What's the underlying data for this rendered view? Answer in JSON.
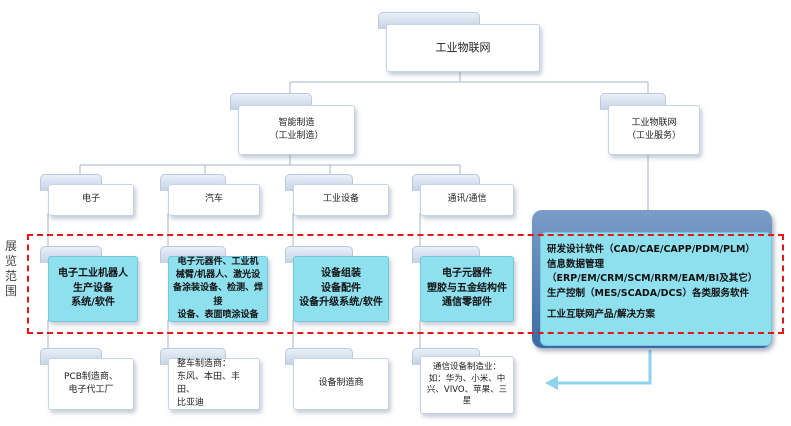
{
  "root": {
    "label": "工业物联网"
  },
  "smart_manufacturing": {
    "label": "智能制造\n（工业制造）"
  },
  "industrial_service": {
    "label": "工业物联网\n（工业服务）"
  },
  "categories": [
    {
      "label": "电子",
      "range": "电子工业机器人\n生产设备\n系统/软件",
      "supplier": "PCB制造商、\n电子代工厂"
    },
    {
      "label": "汽车",
      "range": "电子元器件、工业机\n械臂/机器人、激光设\n备涂装设备、检测、焊接\n设备、表面喷涂设备",
      "supplier": "整车制造商：\n东风、本田、丰田、\n比亚迪"
    },
    {
      "label": "工业设备",
      "range": "设备组装\n设备配件\n设备升级系统/软件",
      "supplier": "设备制造商"
    },
    {
      "label": "通讯/通信",
      "range": "电子元器件\n塑胶与五金结构件\n通信零部件",
      "supplier": "通信设备制造业：\n如：华为、小米、中\n兴、VIVO、苹果、三\n星"
    }
  ],
  "services": {
    "lines": [
      "研发设计软件（CAD/CAE/CAPP/PDM/PLM）",
      "信息数据管理",
      "（ERP/EM/CRM/SCM/RRM/EAM/BI及其它）",
      "生产控制（MES/SCADA/DCS）各类服务软件",
      "",
      "工业互联网产品/解决方案"
    ]
  },
  "exhibition_scope": {
    "label": "展览范围"
  },
  "colors": {
    "dashed_frame": "#e01818",
    "cyan_fill": "#8fe0ef",
    "arrow": "#8fd3ef",
    "connector": "#aab4c4"
  }
}
